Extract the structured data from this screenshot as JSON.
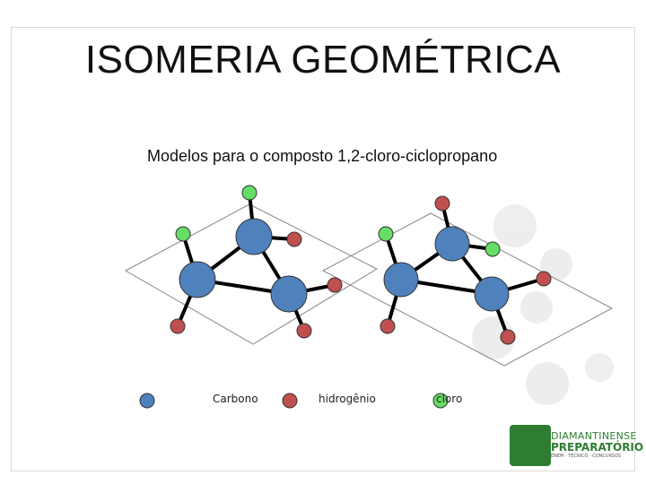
{
  "title": "ISOMERIA GEOMÉTRICA",
  "subtitle": "Modelos para o composto 1,2-cloro-ciclopropano",
  "legend": [
    {
      "label": "Carbono",
      "color": "#4f81bd"
    },
    {
      "label": "hidrogênio",
      "color": "#c0504d"
    },
    {
      "label": "cloro",
      "color": "#66dd66"
    }
  ],
  "logo": {
    "name": "DIAMANTINENSE",
    "sub": "PREPARATÓRIO",
    "tag": "ENEM · TÉCNICO · CONCURSOS"
  }
}
